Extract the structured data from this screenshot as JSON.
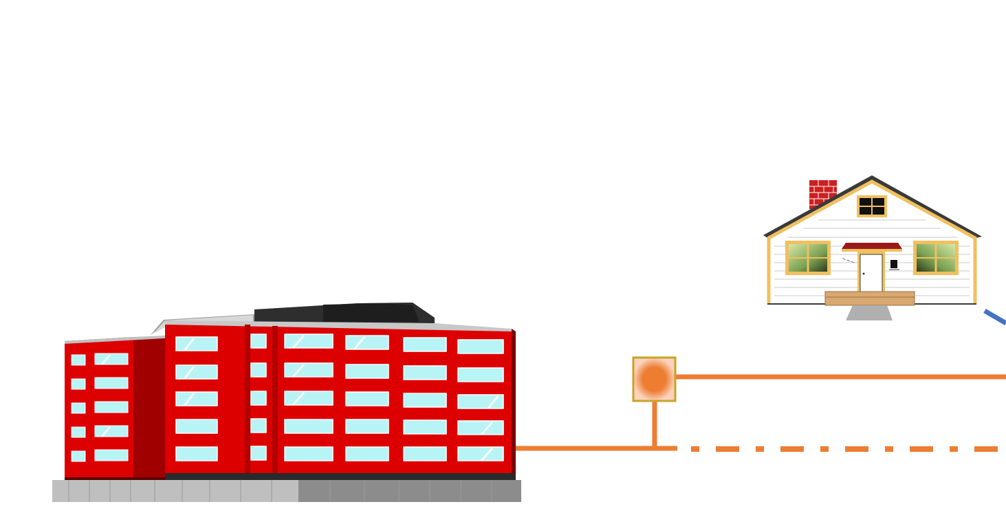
{
  "scene": {
    "background": "#ffffff",
    "elements": [
      {
        "name": "office-building",
        "kind": "red multi-storey building"
      },
      {
        "name": "house",
        "kind": "white house with red brick chimney"
      },
      {
        "name": "connection-node",
        "kind": "square node with orange fill"
      }
    ],
    "lines": [
      {
        "name": "upper-line",
        "style": "solid",
        "color": "#ed7d31"
      },
      {
        "name": "lower-line",
        "style": "solid then dash-dot",
        "color": "#ed7d31"
      },
      {
        "name": "diagonal-line",
        "style": "solid",
        "color": "#4472c4"
      }
    ]
  },
  "colors": {
    "line_orange": "#ed7d31",
    "line_blue": "#4472c4",
    "node_border": "#c9a227",
    "building_red": "#dd0000",
    "building_dark_red": "#a00000",
    "window_cyan": "#b8f4f6",
    "roof_dark": "#333333",
    "base_gray": "#bfbfbf",
    "house_wall": "#ffffff",
    "house_trim": "#f0c060",
    "house_roof": "#3a3a3a",
    "chimney_red": "#cc2020",
    "window_green": "#a8c070"
  }
}
